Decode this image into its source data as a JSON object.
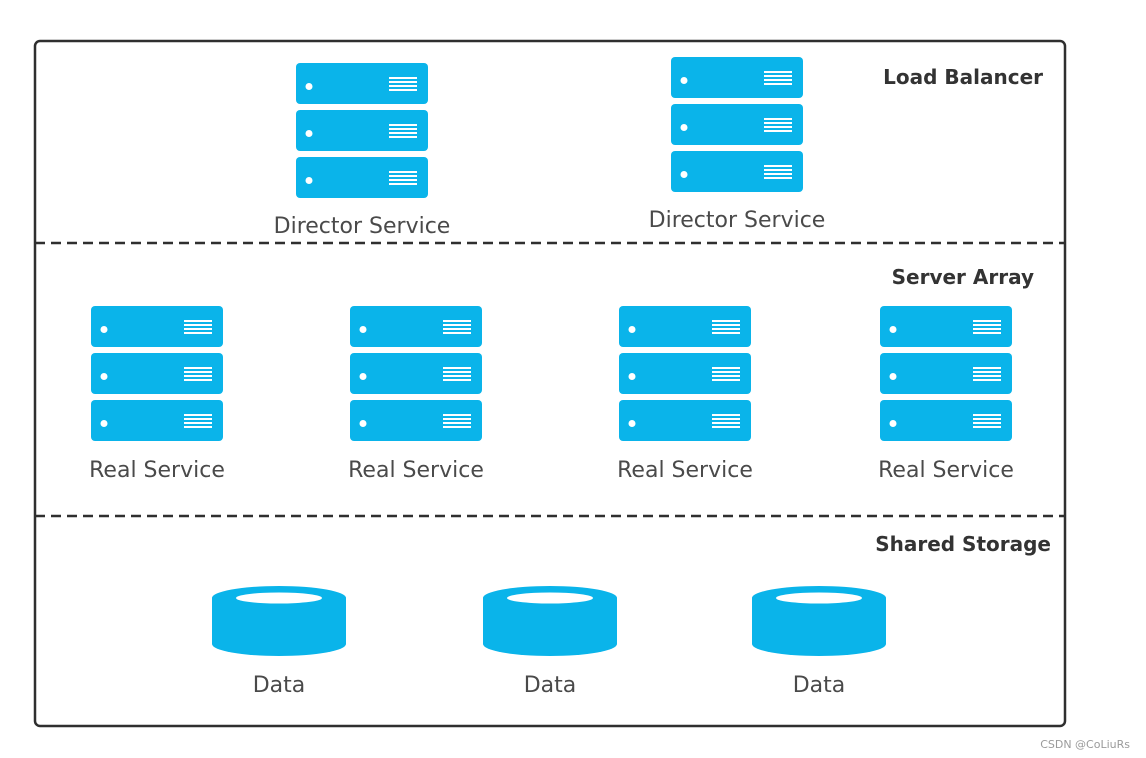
{
  "colors": {
    "accent": "#0ab4ea",
    "frame": "#2f2f2f",
    "text": "#4a4a4a",
    "heading": "#333333",
    "white": "#ffffff"
  },
  "tiers": [
    {
      "title": "Load Balancer",
      "icon": "server-stack-icon",
      "nodes": [
        {
          "label": "Director Service"
        },
        {
          "label": "Director Service"
        }
      ]
    },
    {
      "title": "Server Array",
      "icon": "server-stack-icon",
      "nodes": [
        {
          "label": "Real Service"
        },
        {
          "label": "Real Service"
        },
        {
          "label": "Real Service"
        },
        {
          "label": "Real Service"
        }
      ]
    },
    {
      "title": "Shared Storage",
      "icon": "database-icon",
      "nodes": [
        {
          "label": "Data"
        },
        {
          "label": "Data"
        },
        {
          "label": "Data"
        }
      ]
    }
  ],
  "watermark": "CSDN @CoLiuRs"
}
